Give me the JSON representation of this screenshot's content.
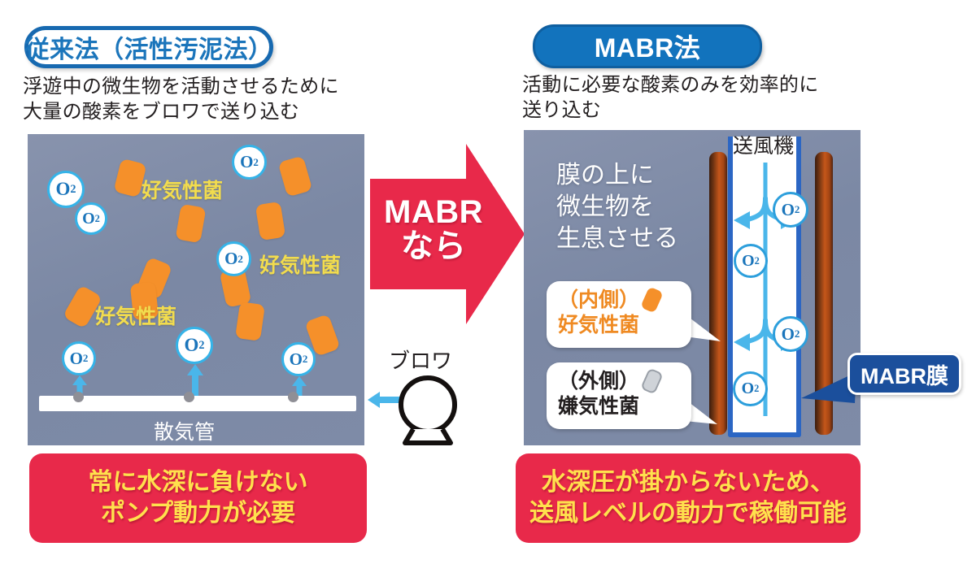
{
  "left": {
    "heading": "従来法（活性汚泥法）",
    "subtitle": "浮遊中の微生物を活動させるために\n大量の酸素をブロワで送り込む",
    "germ_labels": [
      "好気性菌",
      "好気性菌",
      "好気性菌"
    ],
    "bubble_label": "O",
    "bubble_sub": "2",
    "pipe_label": "散気管",
    "blower_label": "ブロワ",
    "banner": "常に水深に負けない\nポンプ動力が必要"
  },
  "center": {
    "arrow_latin": "MABR",
    "arrow_jp": "なら"
  },
  "right": {
    "heading": "MABR法",
    "subtitle": "活動に必要な酸素のみを効率的に\n送り込む",
    "tank_text": "膜の上に\n微生物を\n生息させる",
    "fan_label": "送風機",
    "callout_inner_line1": "（内側）",
    "callout_inner_line2": "好気性菌",
    "callout_outer_line1": "（外側）",
    "callout_outer_line2": "嫌気性菌",
    "film_label": "MABR膜",
    "bubble_label": "O",
    "bubble_sub": "2",
    "banner": "水深圧が掛からないため、\n送風レベルの動力で稼働可能"
  },
  "colors": {
    "accent_blue": "#1b75bb",
    "fill_blue": "#1273bd",
    "germ_orange": "#f5902a",
    "label_yellow": "#f2dc4e",
    "banner_red": "#e8294a",
    "banner_yellow": "#ffe14d",
    "tank_blue_gray": "#7e8ba7",
    "membrane_brown": "#c4561a",
    "arrow_red": "#e8294a"
  }
}
